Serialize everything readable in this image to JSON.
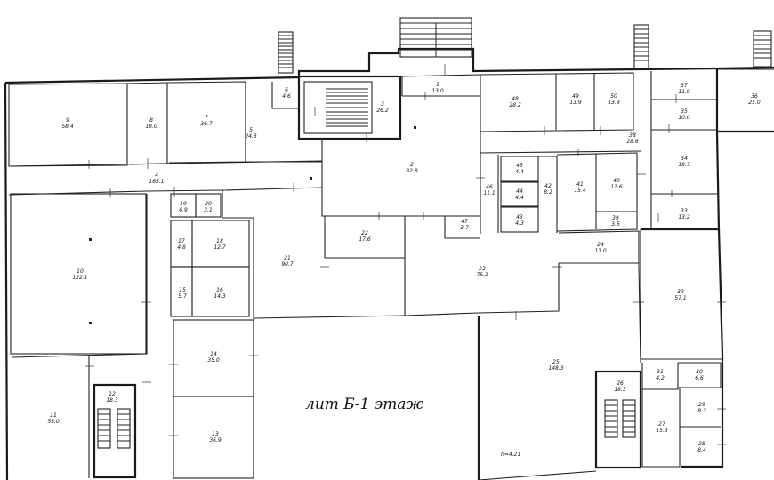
{
  "plan": {
    "title": "лит Б-1 этаж",
    "height_note": "h=4.21",
    "rooms": [
      {
        "num": "1",
        "area": "13.0"
      },
      {
        "num": "2",
        "area": "82.8"
      },
      {
        "num": "3",
        "area": "26.2"
      },
      {
        "num": "4",
        "area": "165.1"
      },
      {
        "num": "5",
        "area": "24.3"
      },
      {
        "num": "6",
        "area": "4.6"
      },
      {
        "num": "7",
        "area": "36.7"
      },
      {
        "num": "8",
        "area": "18.0"
      },
      {
        "num": "9",
        "area": "58.4"
      },
      {
        "num": "10",
        "area": "122.1"
      },
      {
        "num": "11",
        "area": "55.0"
      },
      {
        "num": "12",
        "area": "18.3"
      },
      {
        "num": "13",
        "area": "36.9"
      },
      {
        "num": "14",
        "area": "35.0"
      },
      {
        "num": "15",
        "area": "5.7"
      },
      {
        "num": "16",
        "area": "14.3"
      },
      {
        "num": "17",
        "area": "4.8"
      },
      {
        "num": "18",
        "area": "12.7"
      },
      {
        "num": "19",
        "area": "6.9"
      },
      {
        "num": "20",
        "area": "3.1"
      },
      {
        "num": "21",
        "area": "90.7"
      },
      {
        "num": "22",
        "area": "17.6"
      },
      {
        "num": "23",
        "area": "75.2"
      },
      {
        "num": "24",
        "area": "13.0"
      },
      {
        "num": "25",
        "area": "148.3"
      },
      {
        "num": "26",
        "area": "18.3"
      },
      {
        "num": "27",
        "area": "15.3"
      },
      {
        "num": "28",
        "area": "8.4"
      },
      {
        "num": "29",
        "area": "8.3"
      },
      {
        "num": "30",
        "area": "6.6"
      },
      {
        "num": "31",
        "area": "4.2"
      },
      {
        "num": "32",
        "area": "57.1"
      },
      {
        "num": "33",
        "area": "13.2"
      },
      {
        "num": "34",
        "area": "19.7"
      },
      {
        "num": "35",
        "area": "10.0"
      },
      {
        "num": "36",
        "area": "25.0"
      },
      {
        "num": "37",
        "area": "11.9"
      },
      {
        "num": "38",
        "area": "28.6"
      },
      {
        "num": "39",
        "area": "3.5"
      },
      {
        "num": "40",
        "area": "11.6"
      },
      {
        "num": "41",
        "area": "15.4"
      },
      {
        "num": "42",
        "area": "8.2"
      },
      {
        "num": "43",
        "area": "4.3"
      },
      {
        "num": "44",
        "area": "4.4"
      },
      {
        "num": "45",
        "area": "4.4"
      },
      {
        "num": "46",
        "area": "11.1"
      },
      {
        "num": "47",
        "area": "3.7"
      },
      {
        "num": "48",
        "area": "28.2"
      },
      {
        "num": "49",
        "area": "13.9"
      },
      {
        "num": "50",
        "area": "13.9"
      }
    ]
  }
}
